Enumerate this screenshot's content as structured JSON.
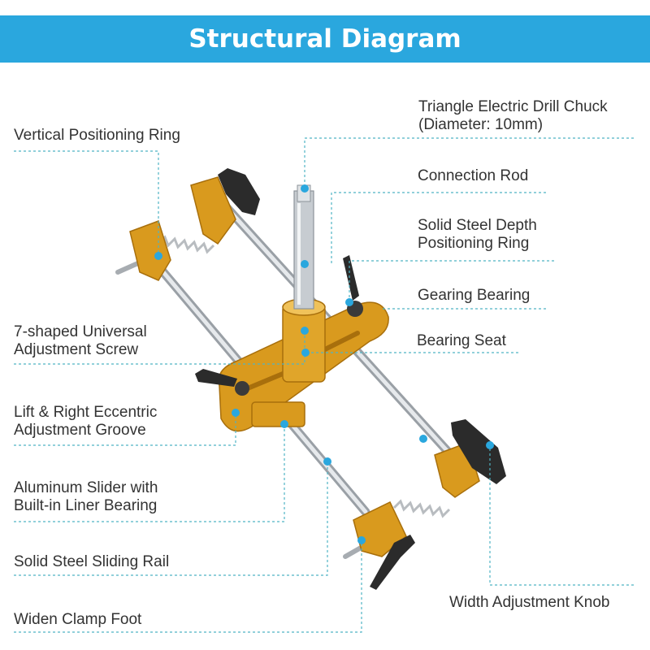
{
  "title": "Structural Diagram",
  "colors": {
    "banner": "#2aa7de",
    "leader": "#4fb3c4",
    "gold": "#d99a1e",
    "steel": "#bfc4c9",
    "knob": "#2b2b2b"
  },
  "labels": {
    "vertical_ring": "Vertical Positioning Ring",
    "chuck_line1": "Triangle Electric Drill Chuck",
    "chuck_line2": "(Diameter: 10mm)",
    "connection_rod": "Connection Rod",
    "depth_ring_line1": "Solid Steel Depth",
    "depth_ring_line2": "Positioning Ring",
    "gearing_bearing": "Gearing Bearing",
    "bearing_seat": "Bearing Seat",
    "screw_line1": "7-shaped Universal",
    "screw_line2": "Adjustment Screw",
    "groove_line1": "Lift & Right Eccentric",
    "groove_line2": "Adjustment Groove",
    "slider_line1": "Aluminum Slider with",
    "slider_line2": "Built-in Liner Bearing",
    "rail": "Solid Steel Sliding Rail",
    "clamp_foot": "Widen Clamp Foot",
    "width_knob": "Width Adjustment Knob"
  }
}
